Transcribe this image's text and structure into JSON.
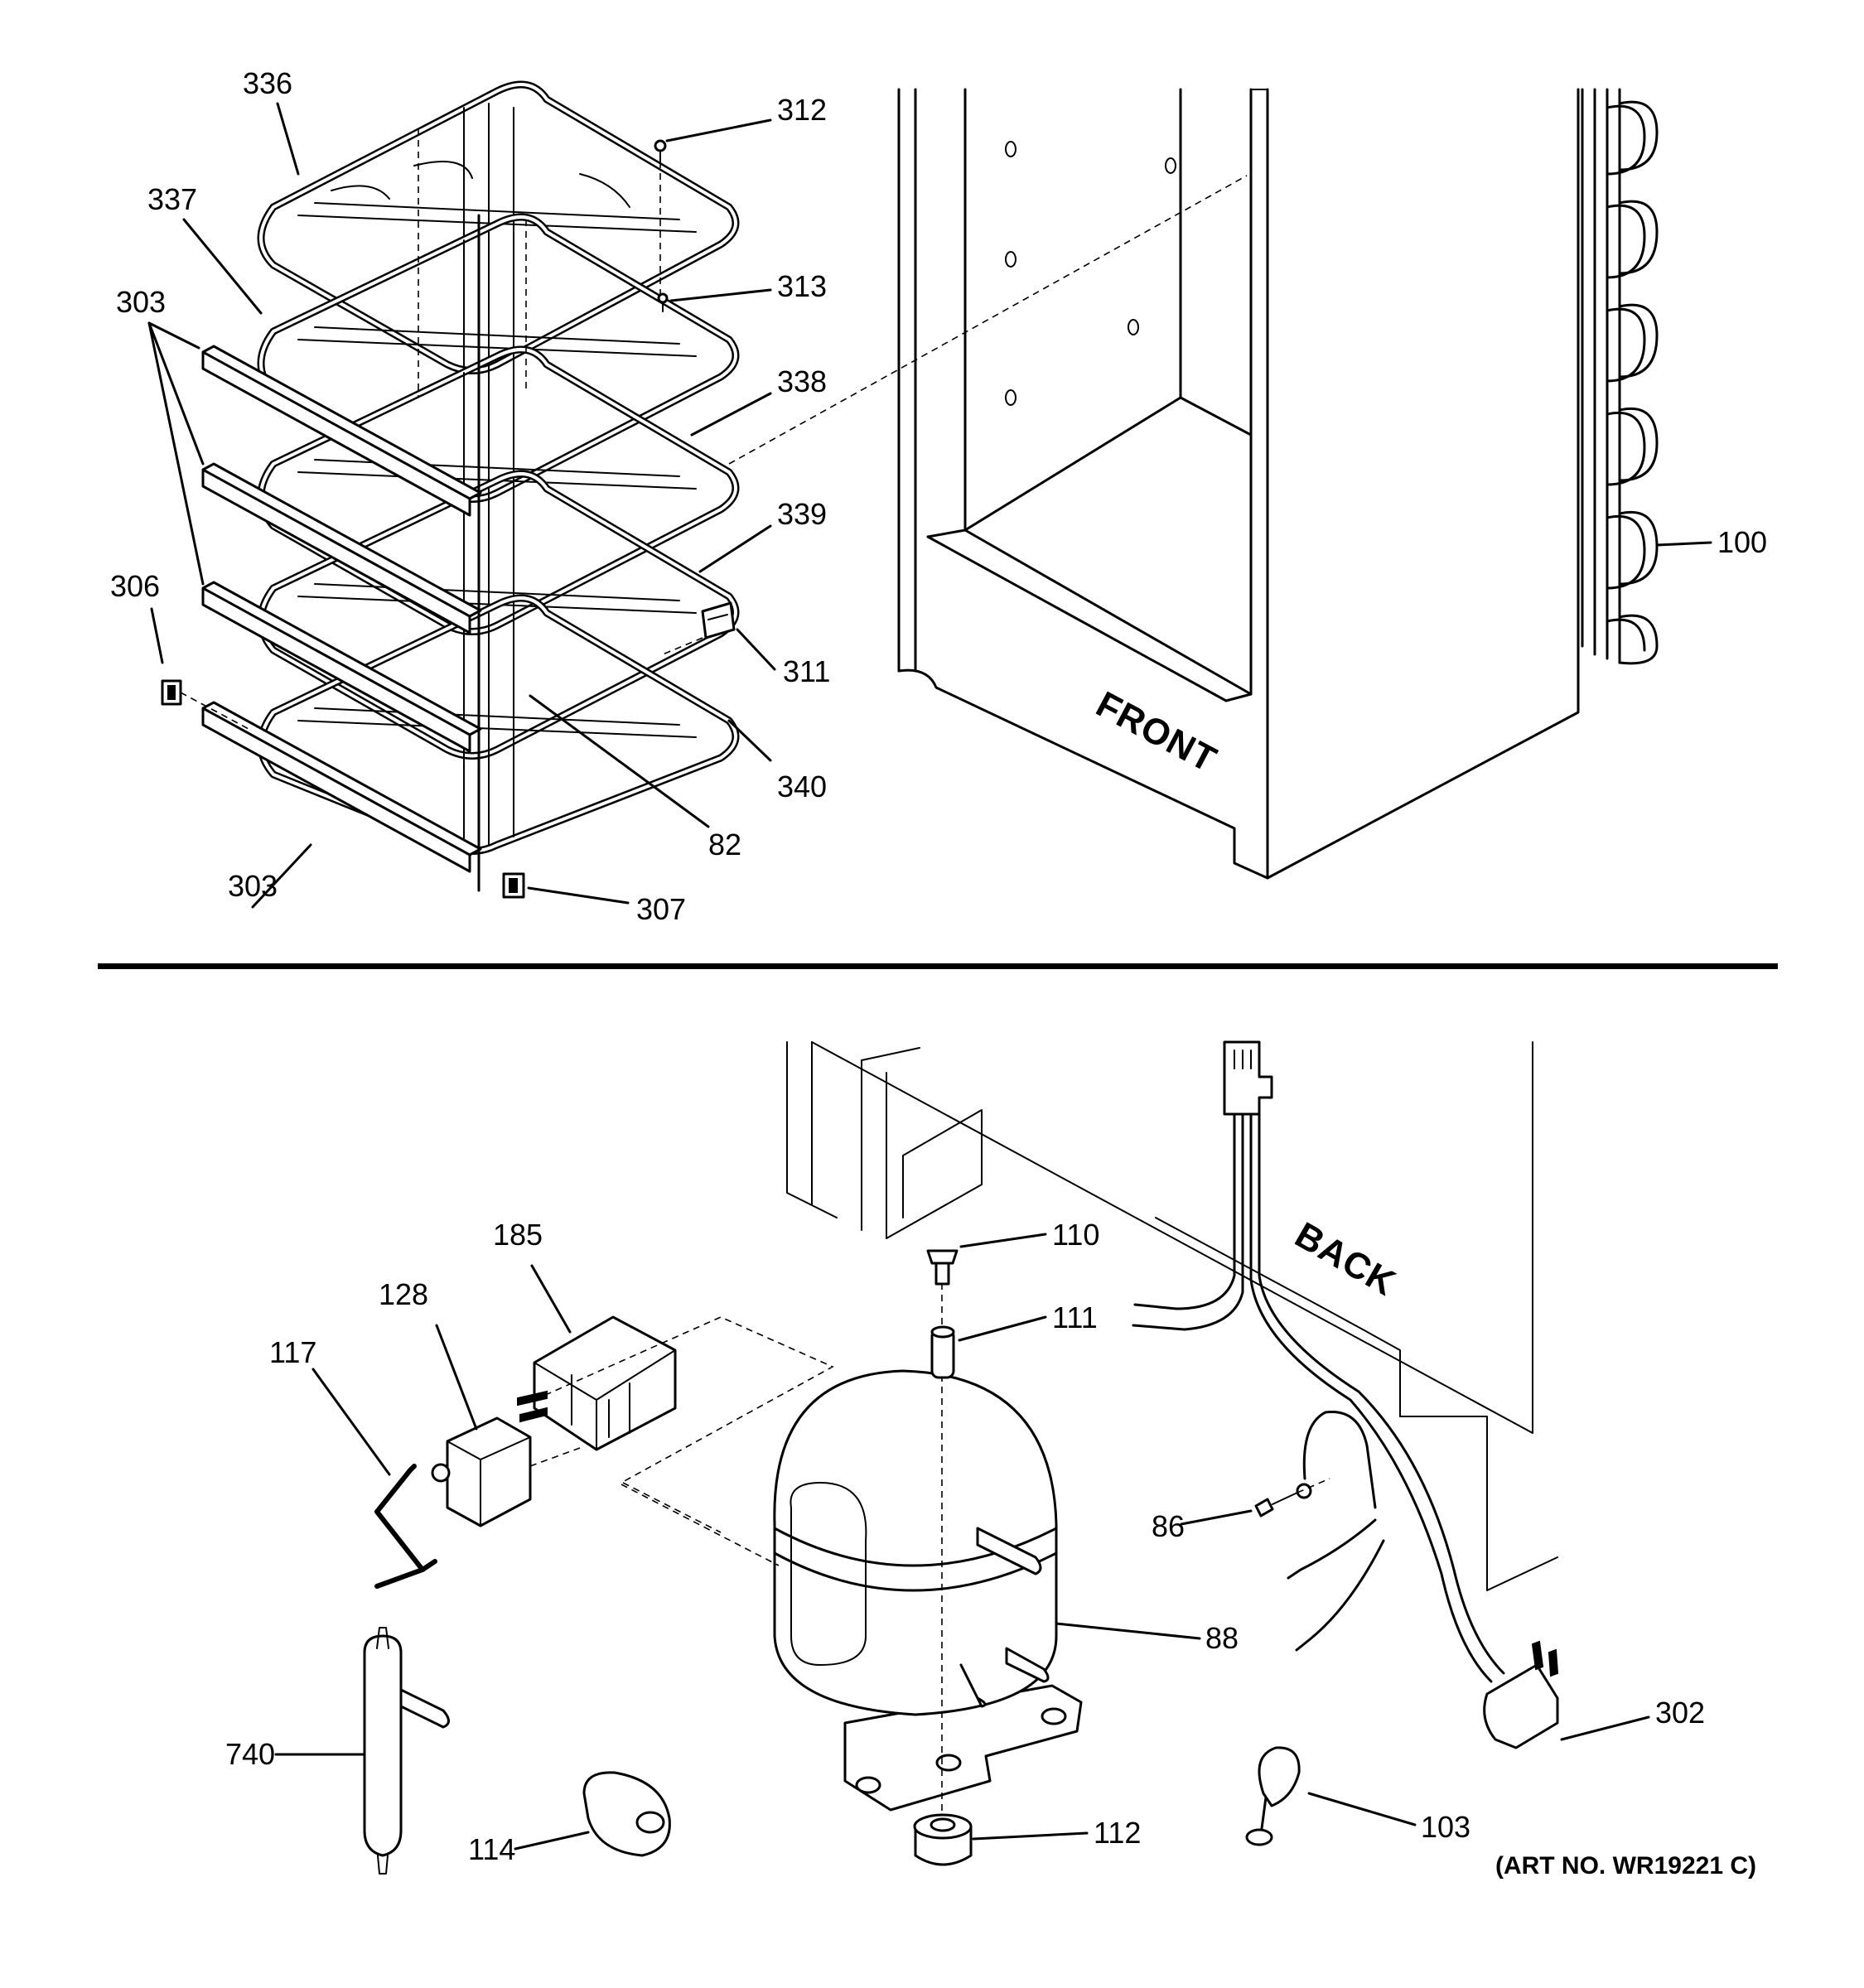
{
  "callouts": {
    "c336": "336",
    "c312": "312",
    "c337": "337",
    "c313": "313",
    "c303a": "303",
    "c338": "338",
    "c339": "339",
    "c306": "306",
    "c311": "311",
    "c340": "340",
    "c82": "82",
    "c303b": "303",
    "c307": "307",
    "c100": "100",
    "c185": "185",
    "c110": "110",
    "c128": "128",
    "c111": "111",
    "c117": "117",
    "c86": "86",
    "c88": "88",
    "c740": "740",
    "c302": "302",
    "c114": "114",
    "c112": "112",
    "c103": "103"
  },
  "stamps": {
    "front": "FRONT",
    "back": "BACK"
  },
  "art_number": "(ART NO. WR19221 C)"
}
